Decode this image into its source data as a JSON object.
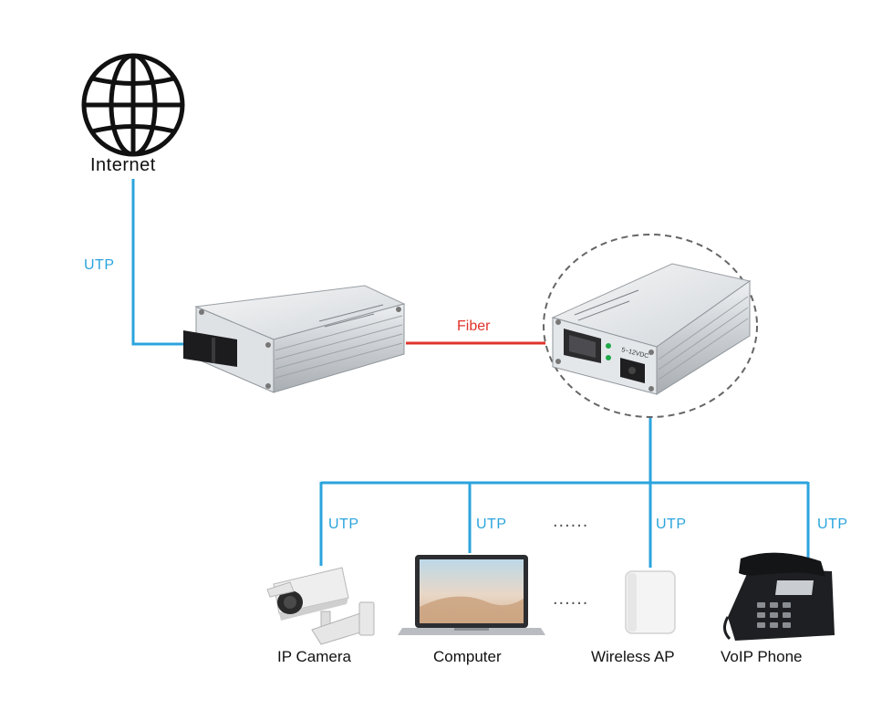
{
  "nodes": {
    "internet": "Internet",
    "ip_camera": "IP Camera",
    "computer": "Computer",
    "wireless_ap": "Wireless AP",
    "voip_phone": "VoIP Phone"
  },
  "links": {
    "uplink": "UTP",
    "fiber": "Fiber",
    "camera": "UTP",
    "computer": "UTP",
    "ap": "UTP",
    "phone": "UTP"
  },
  "ellipsis": "......",
  "device_port_label": "5~12VDC",
  "colors": {
    "utp_line": "#2ba4dd",
    "fiber_line": "#e0332b",
    "text": "#111111",
    "converter_body": "#cfd3d7"
  },
  "icons": {
    "internet": "globe-icon",
    "converter_left": "media-converter-icon",
    "converter_right": "media-converter-detail-icon",
    "ip_camera": "cctv-camera-icon",
    "computer": "laptop-icon",
    "wireless_ap": "access-point-icon",
    "voip_phone": "desk-phone-icon"
  }
}
